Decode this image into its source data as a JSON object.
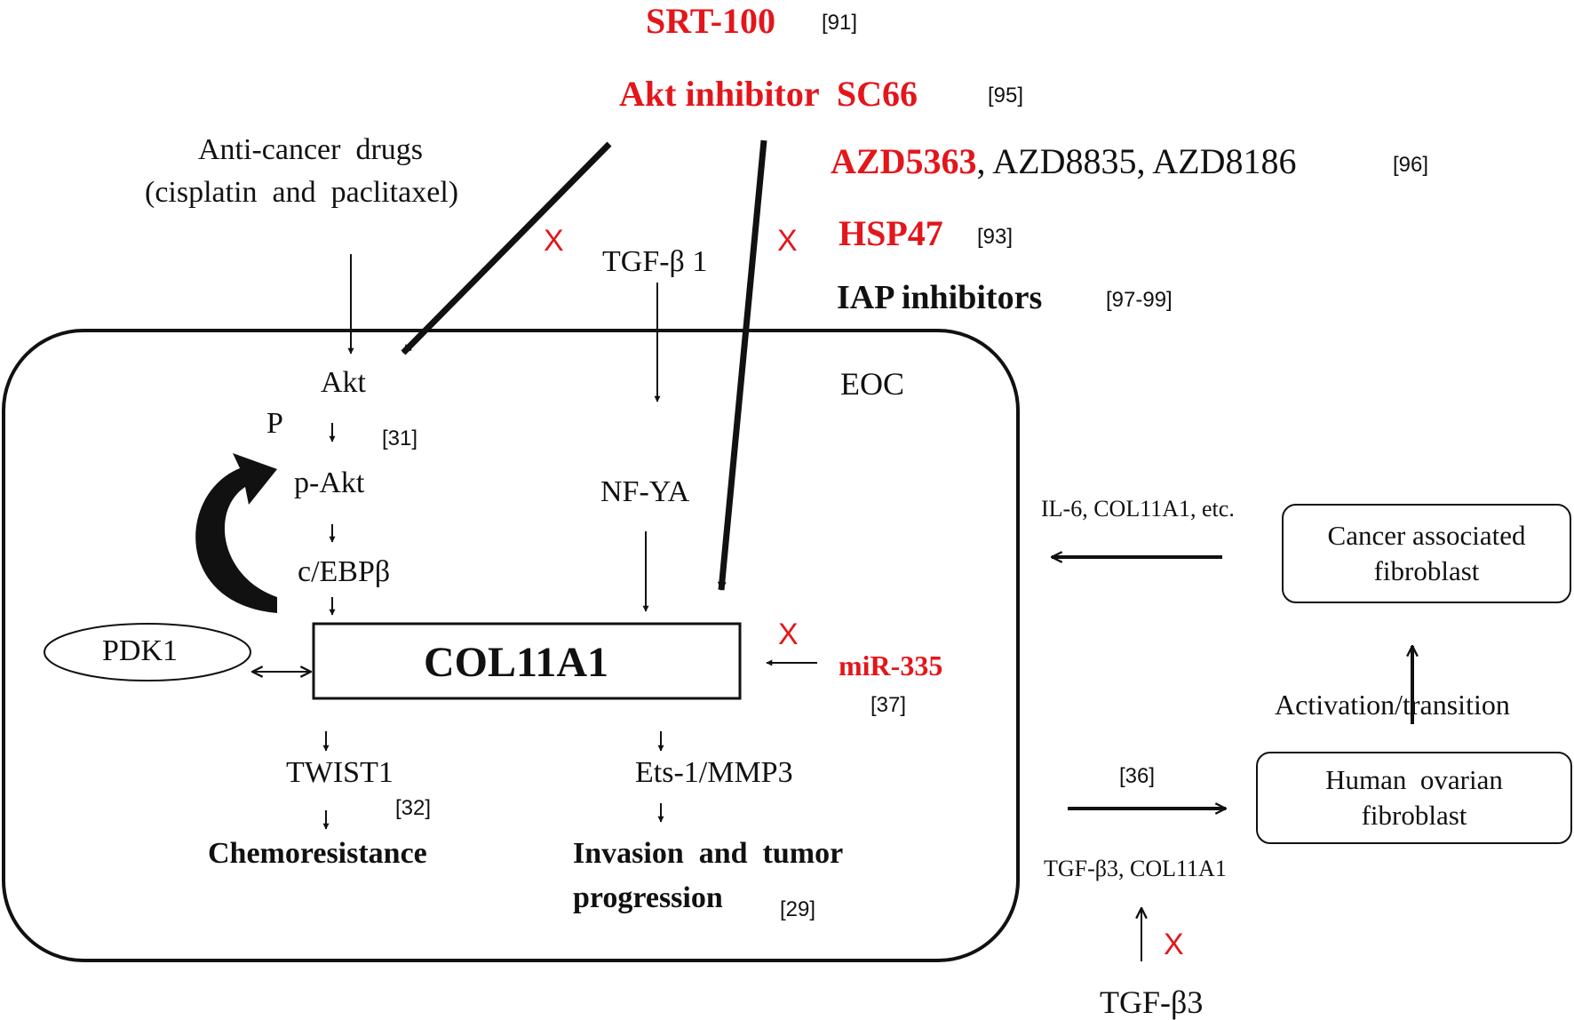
{
  "inhibitors": [
    {
      "name": "SRT-100",
      "ref": "[91]"
    },
    {
      "name": "Akt inhibitor  SC66",
      "ref": "[95]"
    },
    {
      "name_red": "AZD5363",
      "name_rest": ", AZD8835, AZD8186",
      "ref": "[96]"
    },
    {
      "name": "HSP47",
      "ref": "[93]"
    },
    {
      "name": "IAP inhibitors",
      "ref": "[97-99]"
    }
  ],
  "drugs": {
    "line1": "Anti-cancer  drugs",
    "line2": "(cisplatin  and  paclitaxel)"
  },
  "cross_mark": "X",
  "cell_label": "EOC",
  "nodes": {
    "tgfb1": "TGF-β 1",
    "akt": "Akt",
    "p": "P",
    "ref31": "[31]",
    "pakt": "p-Akt",
    "cebpb": "c/EBPβ",
    "nfya": "NF-YA",
    "pdk1": "PDK1",
    "col11a1": "COL11A1",
    "mir335": "miR-335",
    "ref37": "[37]",
    "twist1": "TWIST1",
    "ref32": "[32]",
    "chemo": "Chemoresistance",
    "ets": "Ets-1/MMP3",
    "invasion1": "Invasion  and  tumor",
    "invasion2": "progression",
    "ref29": "[29]"
  },
  "right": {
    "secreted": "IL-6, COL11A1, etc.",
    "caf1": "Cancer associated",
    "caf2": "fibroblast",
    "activation": "Activation/transition",
    "ref36": "[36]",
    "hof1": "Human  ovarian",
    "hof2": "fibroblast",
    "tgfb3_col": "TGF-β3, COL11A1",
    "tgfb3": "TGF-β3"
  },
  "colors": {
    "inhibitor_red": "#e3161b",
    "line": "#111111"
  }
}
